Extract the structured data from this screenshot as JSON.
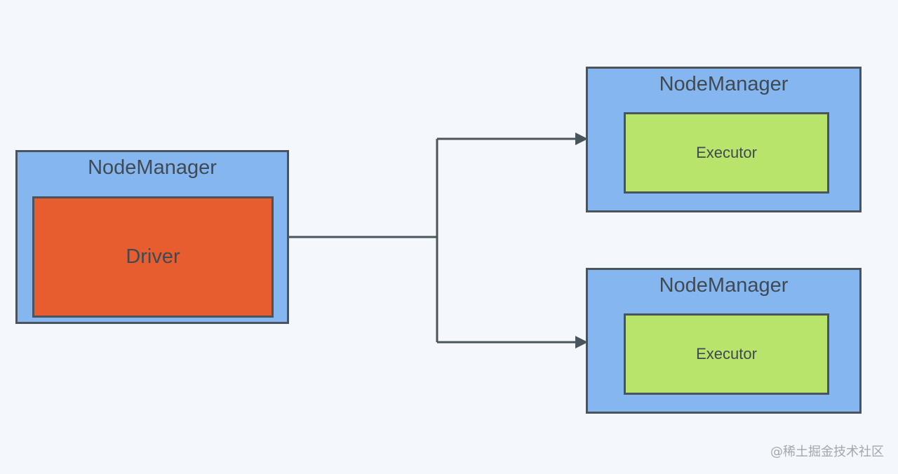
{
  "driver_node": {
    "title": "NodeManager",
    "inner_label": "Driver"
  },
  "executor_nodes": [
    {
      "title": "NodeManager",
      "inner_label": "Executor"
    },
    {
      "title": "NodeManager",
      "inner_label": "Executor"
    }
  ],
  "watermark": "@稀土掘金技术社区",
  "colors": {
    "background": "#f4f7fb",
    "node_manager": "#86b6ef",
    "driver": "#e85d2f",
    "executor": "#b8e46c",
    "border": "#4a545c",
    "text": "#3f4a52"
  }
}
